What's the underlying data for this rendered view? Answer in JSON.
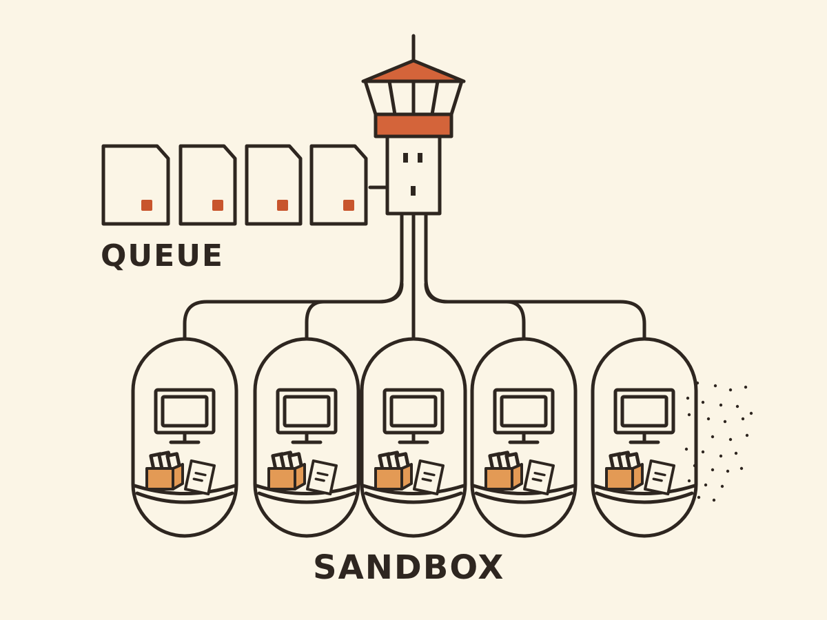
{
  "labels": {
    "queue": "QUEUE",
    "sandbox": "SANDBOX"
  },
  "queue": {
    "item_count": 4
  },
  "sandboxes": {
    "count": 5
  },
  "colors": {
    "background": "#fbf5e6",
    "ink": "#2e2620",
    "accent": "#d4643a",
    "box": "#e39a55"
  },
  "icons": [
    "control-tower-icon",
    "document-icon",
    "monitor-icon",
    "file-box-icon",
    "card-icon",
    "particle-dots"
  ]
}
